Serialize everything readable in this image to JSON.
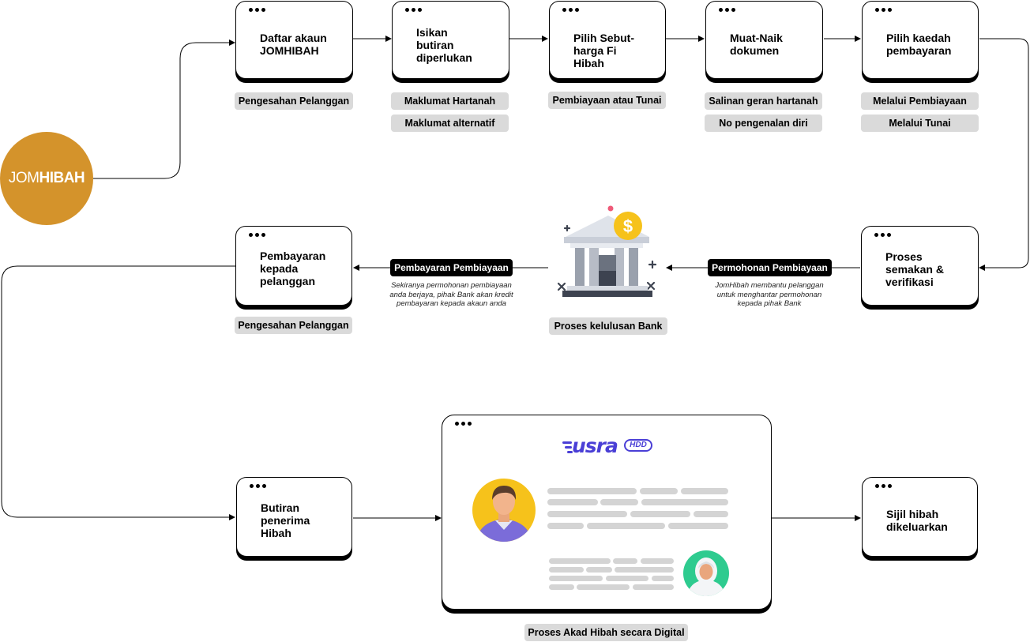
{
  "logo": {
    "prefix": "JOM",
    "bold": "HIBAH",
    "color": "#d4932b"
  },
  "steps": [
    {
      "id": "daftar",
      "label": "Daftar akaun\nJOMHIBAH"
    },
    {
      "id": "isikan",
      "label": "Isikan\nbutiran\ndiperlukan"
    },
    {
      "id": "pilih-sebut-harga",
      "label": "Pilih Sebut-\nharga Fi\nHibah"
    },
    {
      "id": "muat-naik",
      "label": "Muat-Naik\ndokumen"
    },
    {
      "id": "pilih-kaedah",
      "label": "Pilih kaedah\npembayaran"
    },
    {
      "id": "proses-semakan",
      "label": "Proses\nsemakan &\nverifikasi"
    },
    {
      "id": "pembayaran-pelanggan",
      "label": "Pembayaran\nkepada\npelanggan"
    },
    {
      "id": "butiran-penerima",
      "label": "Butiran\npenerima\nHibah"
    },
    {
      "id": "sijil",
      "label": "Sijil hibah\ndikeluarkan"
    }
  ],
  "tags": {
    "pengesahan_1": "Pengesahan Pelanggan",
    "maklumat_hartanah": "Maklumat Hartanah",
    "maklumat_alternatif": "Maklumat alternatif",
    "pembiayaan_tunai": "Pembiayaan atau Tunai",
    "salinan_geran": "Salinan geran hartanah",
    "no_pengenalan": "No pengenalan diri",
    "melalui_pembiayaan": "Melalui Pembiayaan",
    "melalui_tunai": "Melalui Tunai",
    "pengesahan_2": "Pengesahan Pelanggan",
    "proses_kelulusan": "Proses kelulusan Bank",
    "proses_akad": "Proses Akad Hibah secara Digital"
  },
  "black_tags": {
    "permohonan": "Permohonan Pembiayaan",
    "pembayaran": "Pembayaran Pembiayaan"
  },
  "notes": {
    "permohonan": "JomHibah membantu pelanggan\nuntuk menghantar permohonan\nkepada pihak Bank",
    "pembayaran": "Sekiranya permohonan pembiayaan\nanda berjaya, pihak Bank akan kredit\npembayaran kepada akaun anda"
  },
  "brand": {
    "usra": "usra",
    "hdd": "HDD",
    "color": "#4a3fd6"
  },
  "icons": {
    "bank": "bank-building-icon",
    "dollar": "dollar-coin-icon",
    "male": "male-avatar-icon",
    "female": "female-hijab-avatar-icon"
  },
  "colors": {
    "coin": "#f6c21b",
    "bank_roof": "#dfe3ea",
    "bank_pillar": "#9aa1ad",
    "bank_door": "#3d4350"
  }
}
